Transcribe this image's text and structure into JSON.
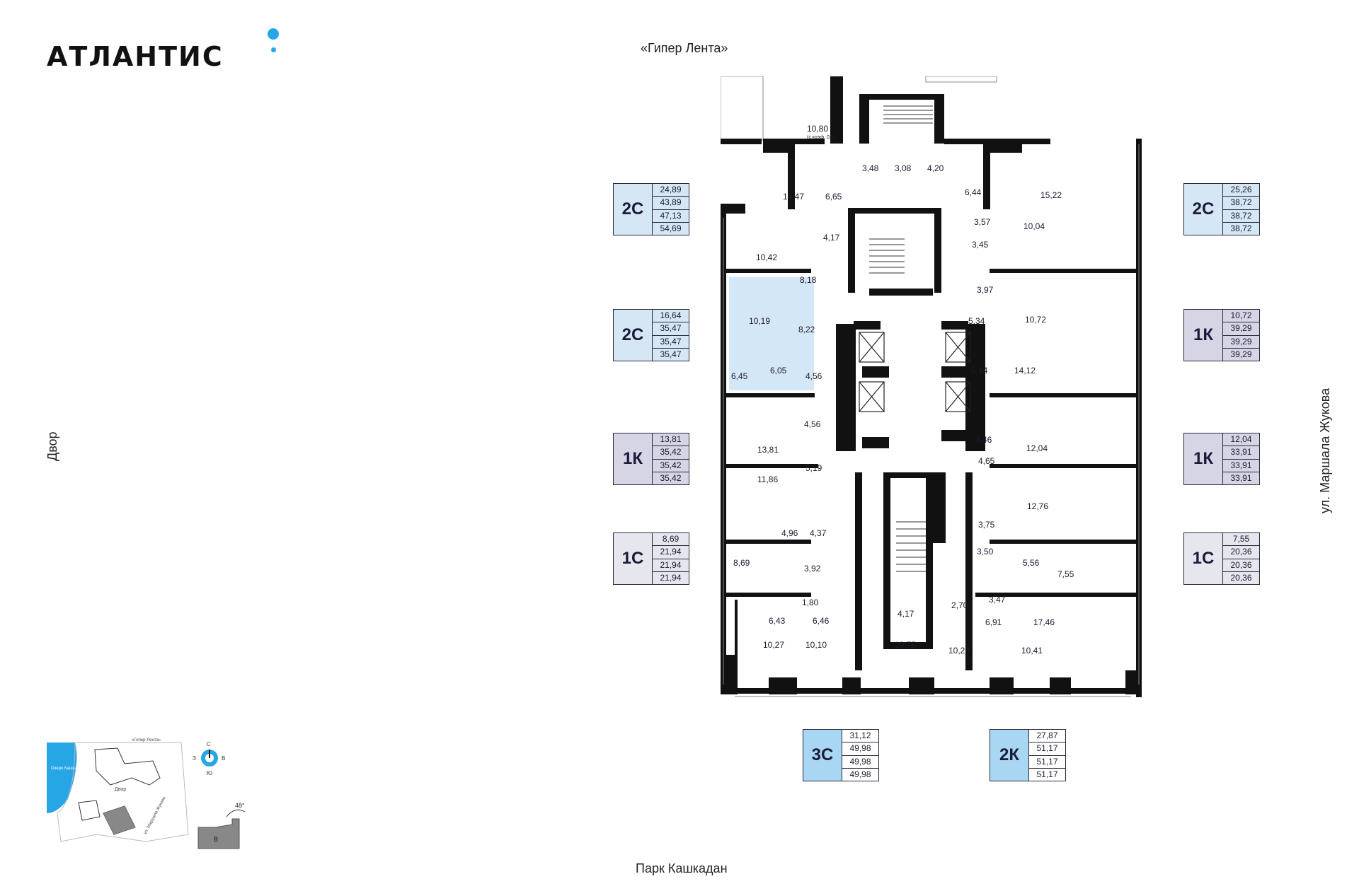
{
  "brand": {
    "name": "АТЛАНТИС",
    "accent": "#27a6e6"
  },
  "streets": {
    "top": "«Гипер Лента»",
    "bottom": "Парк Кашкадан",
    "left": "Двор",
    "right": "ул. Маршала Жукова"
  },
  "cards": [
    {
      "type": "2С",
      "values": [
        "24,89",
        "43,89",
        "47,13",
        "54,69"
      ]
    },
    {
      "type": "2С",
      "values": [
        "16,64",
        "35,47",
        "35,47",
        "35,47"
      ]
    },
    {
      "type": "1К",
      "values": [
        "13,81",
        "35,42",
        "35,42",
        "35,42"
      ]
    },
    {
      "type": "1С",
      "values": [
        "8,69",
        "21,94",
        "21,94",
        "21,94"
      ]
    },
    {
      "type": "2С",
      "values": [
        "25,26",
        "38,72",
        "38,72",
        "38,72"
      ]
    },
    {
      "type": "1К",
      "values": [
        "10,72",
        "39,29",
        "39,29",
        "39,29"
      ]
    },
    {
      "type": "1К",
      "values": [
        "12,04",
        "33,91",
        "33,91",
        "33,91"
      ]
    },
    {
      "type": "1С",
      "values": [
        "7,55",
        "20,36",
        "20,36",
        "20,36"
      ]
    },
    {
      "type": "3С",
      "values": [
        "31,12",
        "49,98",
        "49,98",
        "49,98"
      ]
    },
    {
      "type": "2К",
      "values": [
        "27,87",
        "51,17",
        "51,17",
        "51,17"
      ]
    }
  ],
  "rooms": {
    "terrace": "10,80",
    "terrace_note": "(с коэф. 0,3)",
    "r1447": "14,47",
    "r665": "6,65",
    "r348": "3,48",
    "r308": "3,08",
    "r420": "4,20",
    "r644": "6,44",
    "r1522": "15,22",
    "r1042": "10,42",
    "r417a": "4,17",
    "r357": "3,57",
    "r1004": "10,04",
    "r345": "3,45",
    "r818": "8,18",
    "r397": "3,97",
    "r1019": "10,19",
    "r822": "8,22",
    "r534": "5,34",
    "r1072": "10,72",
    "r645": "6,45",
    "r605": "6,05",
    "r456a": "4,56",
    "r514": "5,14",
    "r1412": "14,12",
    "r456b": "4,56",
    "r446": "4,46",
    "r1381": "13,81",
    "r1204": "12,04",
    "r465": "4,65",
    "r519": "5,19",
    "r1186": "11,86",
    "r1276": "12,76",
    "r496": "4,96",
    "r437": "4,37",
    "r375": "3,75",
    "r869": "8,69",
    "r392": "3,92",
    "r350": "3,50",
    "r556": "5,56",
    "r755": "7,55",
    "r180": "1,80",
    "r417b": "4,17",
    "r270": "2,70",
    "r347": "3,47",
    "r643": "6,43",
    "r646": "6,46",
    "r691": "6,91",
    "r1746": "17,46",
    "r1027": "10,27",
    "r1010": "10,10",
    "r1075": "10,75",
    "r1022": "10,22",
    "r1041": "10,41"
  },
  "minimap": {
    "lake": "Озеро Кашкадан",
    "top_label": "«Гипер Лента»",
    "yard": "Двор",
    "street": "ул. Маршала Жукова",
    "north": "С",
    "south": "Ю",
    "west": "З",
    "east": "В",
    "angle": "48°",
    "section": "В"
  }
}
